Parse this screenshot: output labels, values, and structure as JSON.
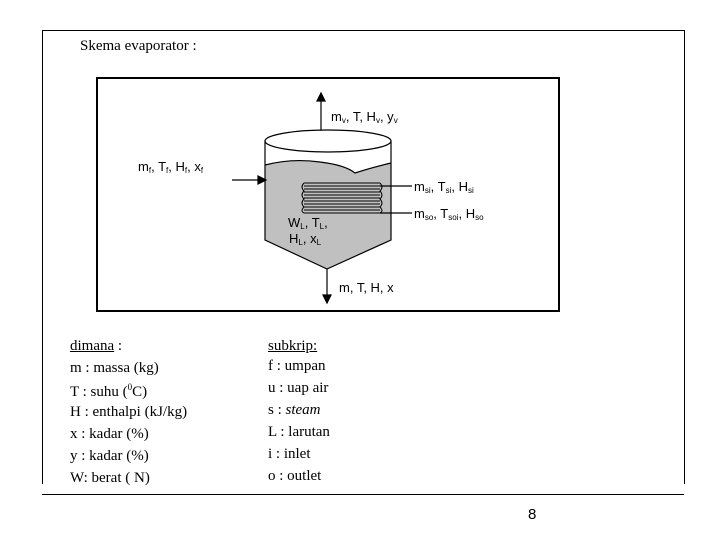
{
  "title": "Skema evaporator :",
  "diagram": {
    "vapor_out": {
      "m": "m",
      "m_sub": "v",
      "rest": ", T, H",
      "h_sub": "v",
      "y": ", y",
      "y_sub": "v"
    },
    "feed_in": {
      "m": "m",
      "m_sub": "f",
      "t": ", T",
      "t_sub": "f",
      "h": ", H",
      "h_sub": "f",
      "x": ", x",
      "x_sub": "f"
    },
    "steam_in": {
      "m": "m",
      "m_sub": "si",
      "t": ", T",
      "t_sub": "si",
      "h": ", H",
      "h_sub": "si"
    },
    "steam_out": {
      "m": "m",
      "m_sub": "so",
      "t": ", T",
      "t_sub": "soi",
      "h": ", H",
      "h_sub": "so"
    },
    "liquid_line1": {
      "w": "W",
      "w_sub": "L",
      "t": ", T",
      "t_sub": "L",
      "comma": ","
    },
    "liquid_line2": {
      "h": "H",
      "h_sub": "L",
      "x": ", x",
      "x_sub": "L"
    },
    "product_out": "m, T, H, x"
  },
  "legend": {
    "heading": "dimana",
    "heading_suffix": " :",
    "items": [
      "m : massa (kg)",
      "T : suhu (",
      "H : enthalpi (kJ/kg)",
      "x  : kadar (%)",
      "y  : kadar (%)",
      "W:  berat ( N)"
    ],
    "temp_sup": "0",
    "temp_unit": "C)"
  },
  "subscripts": {
    "heading": "subkrip:",
    "items": [
      "f  : umpan",
      "u : uap air",
      "s : ",
      "L : larutan",
      "i  : inlet",
      "o : outlet"
    ],
    "steam_italic": "steam"
  },
  "page_number": "8"
}
